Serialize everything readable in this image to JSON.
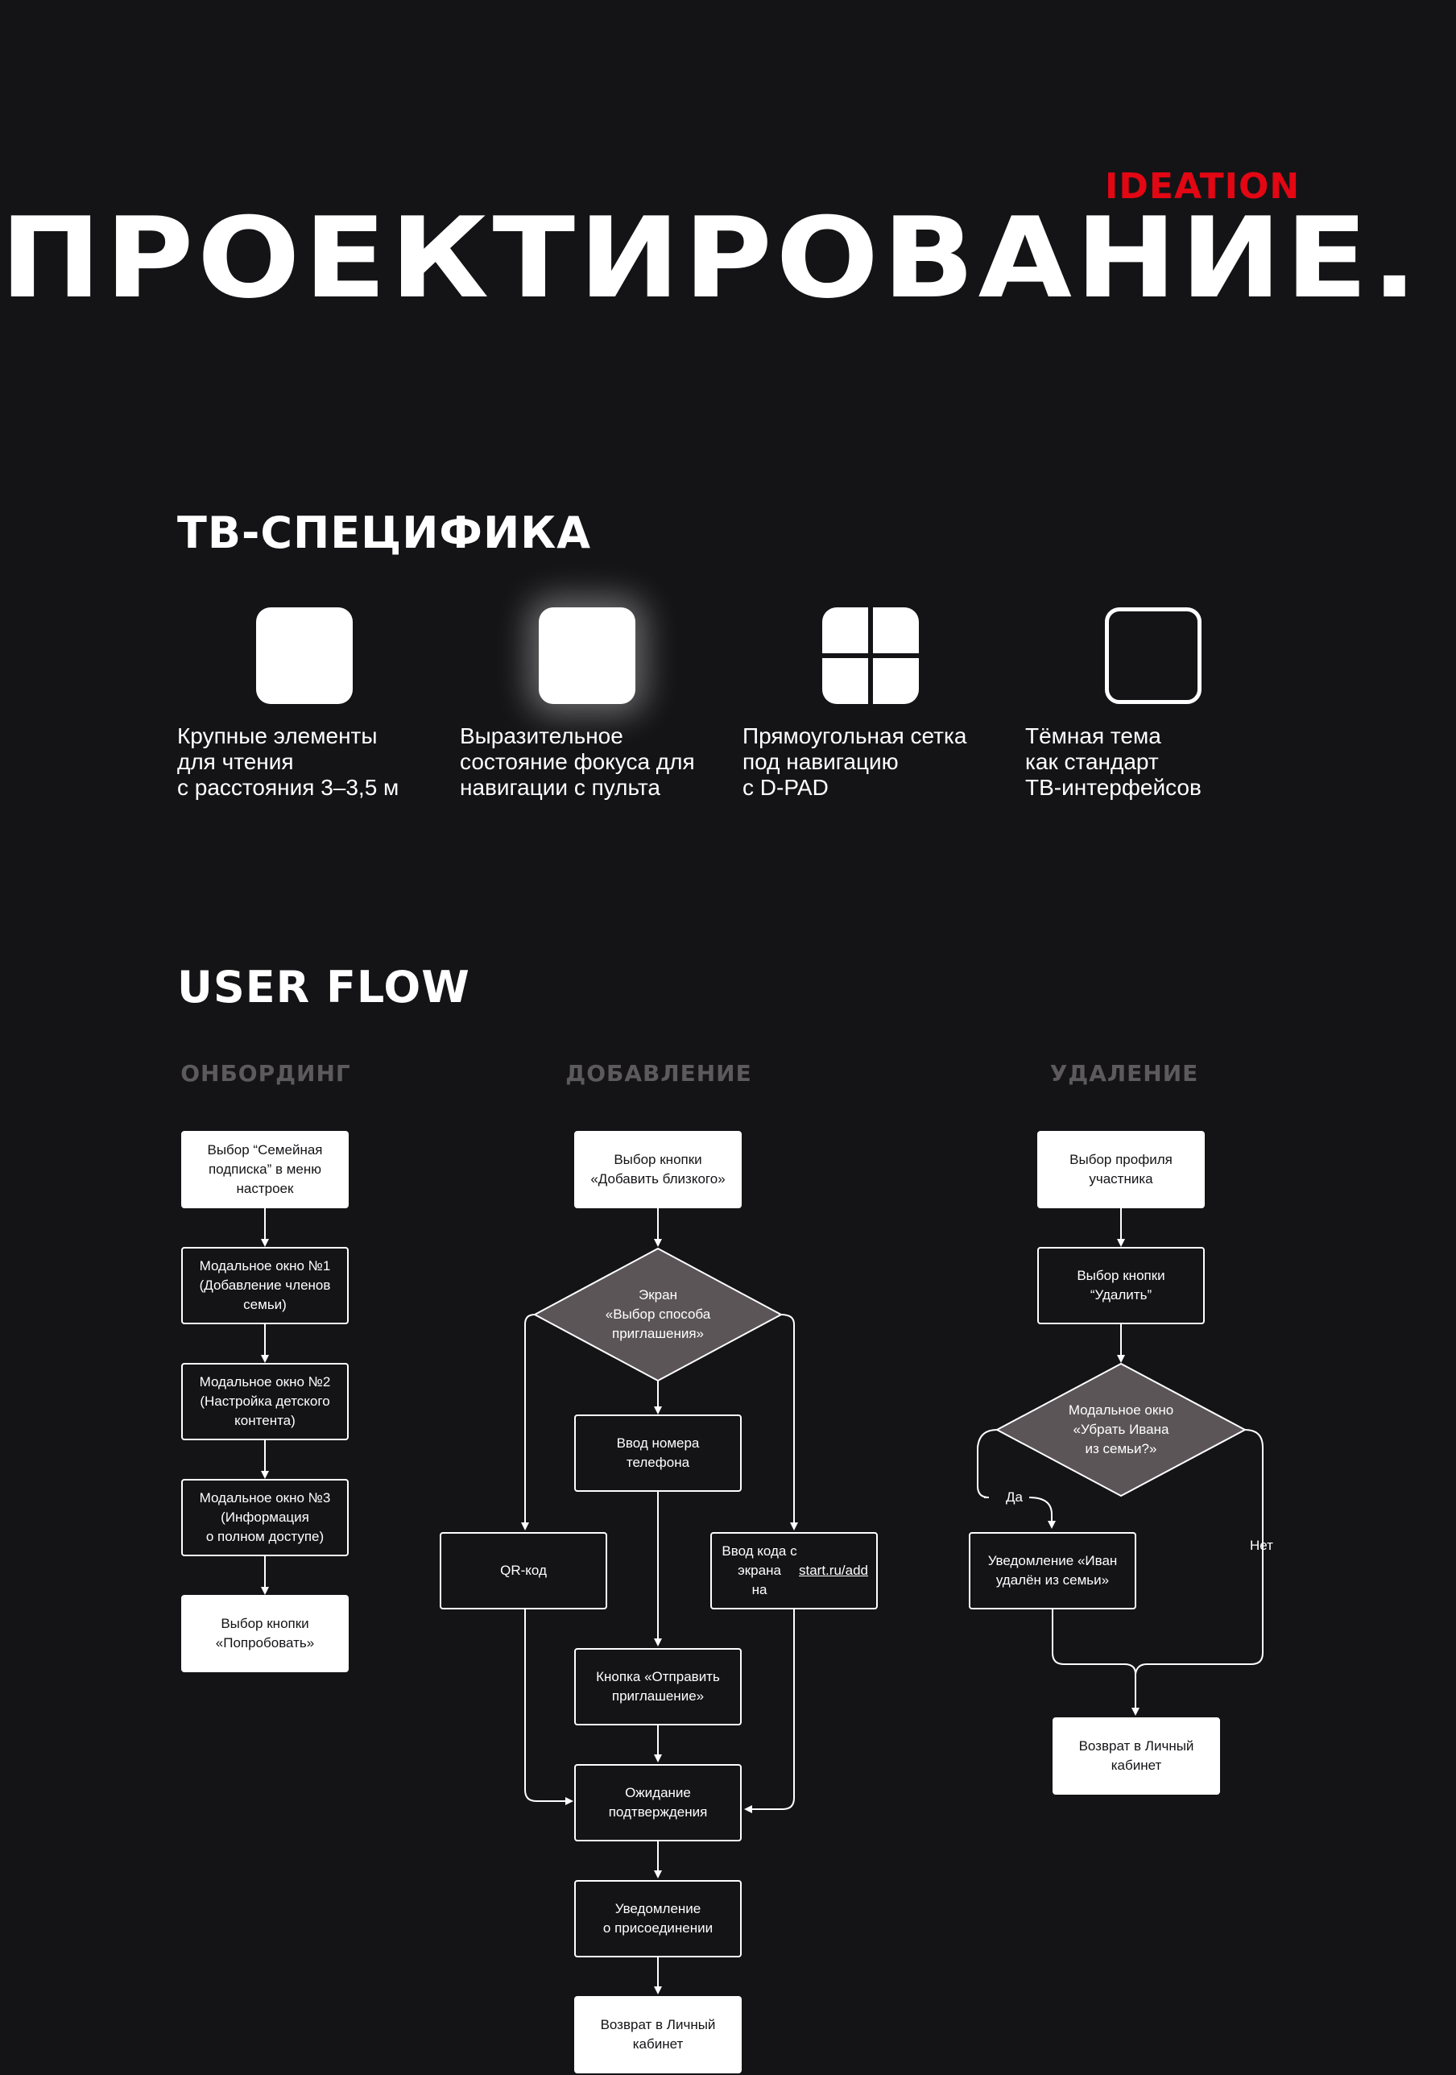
{
  "hero": {
    "kicker": "IDEATION",
    "title": "ПРОЕКТИРОВАНИЕ."
  },
  "tv_specifics": {
    "title": "ТВ-СПЕЦИФИКА",
    "items": [
      {
        "icon": "filled-square-icon",
        "text": "Крупные элементы\nдля чтения\nс расстояния 3–3,5 м"
      },
      {
        "icon": "glowing-square-icon",
        "text": "Выразительное\nсостояние фокуса для\nнавигации с пульта"
      },
      {
        "icon": "grid-square-icon",
        "text": "Прямоугольная сетка\nпод навигацию\nс D-PAD"
      },
      {
        "icon": "outline-square-icon",
        "text": "Тёмная тема\nкак стандарт\nТВ-интерфейсов"
      }
    ]
  },
  "user_flow": {
    "title": "USER FLOW",
    "onboarding": {
      "title": "ОНБОРДИНГ",
      "steps": [
        "Выбор “Семейная\nподписка” в меню\nнастроек",
        "Модальное окно №1\n(Добавление членов\nсемьи)",
        "Модальное окно №2\n(Настройка детского\nконтента)",
        "Модальное окно №3\n(Информация\nо полном доступе)",
        "Выбор кнопки\n«Попробовать»"
      ]
    },
    "adding": {
      "title": "ДОБАВЛЕНИЕ",
      "start": "Выбор кнопки\n«Добавить близкого»",
      "decision": "Экран\n«Выбор способа\nприглашения»",
      "phone": "Ввод номера\nтелефона",
      "qr": "QR-код",
      "code_prefix": "Ввод кода с экрана\nна ",
      "code_link": "start.ru/add",
      "send": "Кнопка «Отправить\nприглашение»",
      "waiting": "Ожидание\nподтверждения",
      "notify": "Уведомление\nо присоединении",
      "return": "Возврат в Личный\nкабинет"
    },
    "removal": {
      "title": "УДАЛЕНИЕ",
      "select_profile": "Выбор профиля\nучастника",
      "delete_button": "Выбор кнопки\n“Удалить”",
      "decision": "Модальное окно\n«Убрать Ивана\nиз семьи?»",
      "yes": "Да",
      "no": "Нет",
      "notify": "Уведомление «Иван\nудалён из семьи»",
      "return": "Возврат в Личный\nкабинет"
    }
  },
  "colors": {
    "background": "#141417",
    "accent": "#e30613",
    "muted_heading": "#5d5a5e",
    "decision_fill": "#5b5558"
  }
}
